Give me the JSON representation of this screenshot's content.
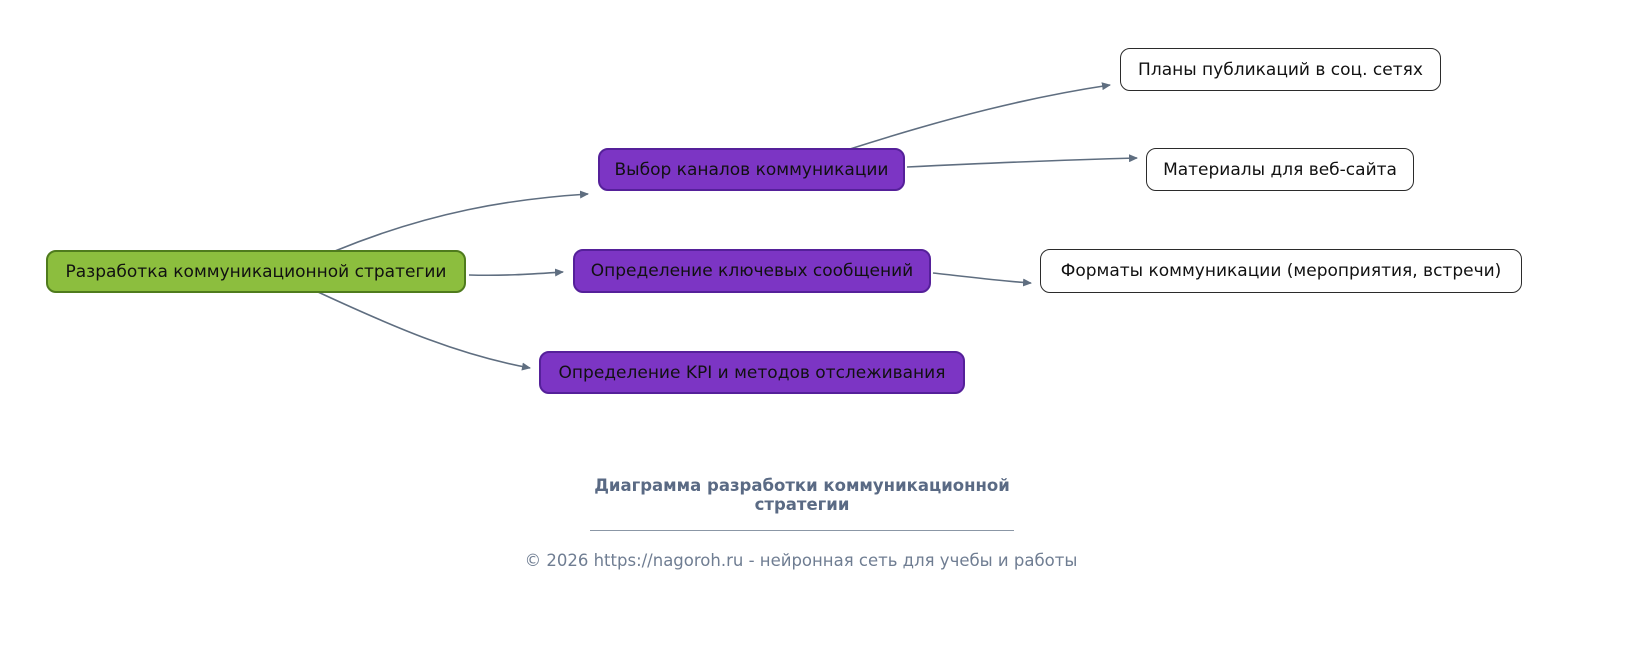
{
  "diagram": {
    "root": {
      "label": "Разработка коммуникационной стратегии"
    },
    "branches": [
      {
        "id": "channels",
        "label": "Выбор каналов коммуникации"
      },
      {
        "id": "messages",
        "label": "Определение ключевых сообщений"
      },
      {
        "id": "kpi",
        "label": "Определение KPI и методов отслеживания"
      }
    ],
    "leaves": [
      {
        "id": "social",
        "label": "Планы публикаций в соц. сетях"
      },
      {
        "id": "web",
        "label": "Материалы для веб-сайта"
      },
      {
        "id": "formats",
        "label": "Форматы коммуникации (мероприятия, встречи)"
      }
    ]
  },
  "caption": {
    "title": "Диаграмма разработки коммуникационной стратегии",
    "credit": "© 2026 https://nagoroh.ru - нейронная сеть для учебы и работы"
  },
  "colors": {
    "root_fill": "#8cbe3e",
    "root_border": "#4f7b1d",
    "branch_fill": "#7c35c4",
    "branch_border": "#55209a",
    "leaf_fill": "#ffffff",
    "leaf_border": "#2b2b2b",
    "arrow": "#5f6e80",
    "caption_text": "#5a6a84",
    "footer_text": "#6f7d92"
  }
}
